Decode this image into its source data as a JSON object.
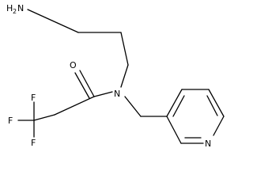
{
  "molecule": {
    "atoms": {
      "amine_h": "H",
      "amine_h_count": "2",
      "amine_n": "N",
      "carbonyl_o": "O",
      "amide_n": "N",
      "f_top": "F",
      "f_left": "F",
      "f_bottom": "F",
      "pyridine_n": "N"
    },
    "colors": {
      "bond": "#000000",
      "label": "#000000",
      "background": "#ffffff"
    }
  }
}
